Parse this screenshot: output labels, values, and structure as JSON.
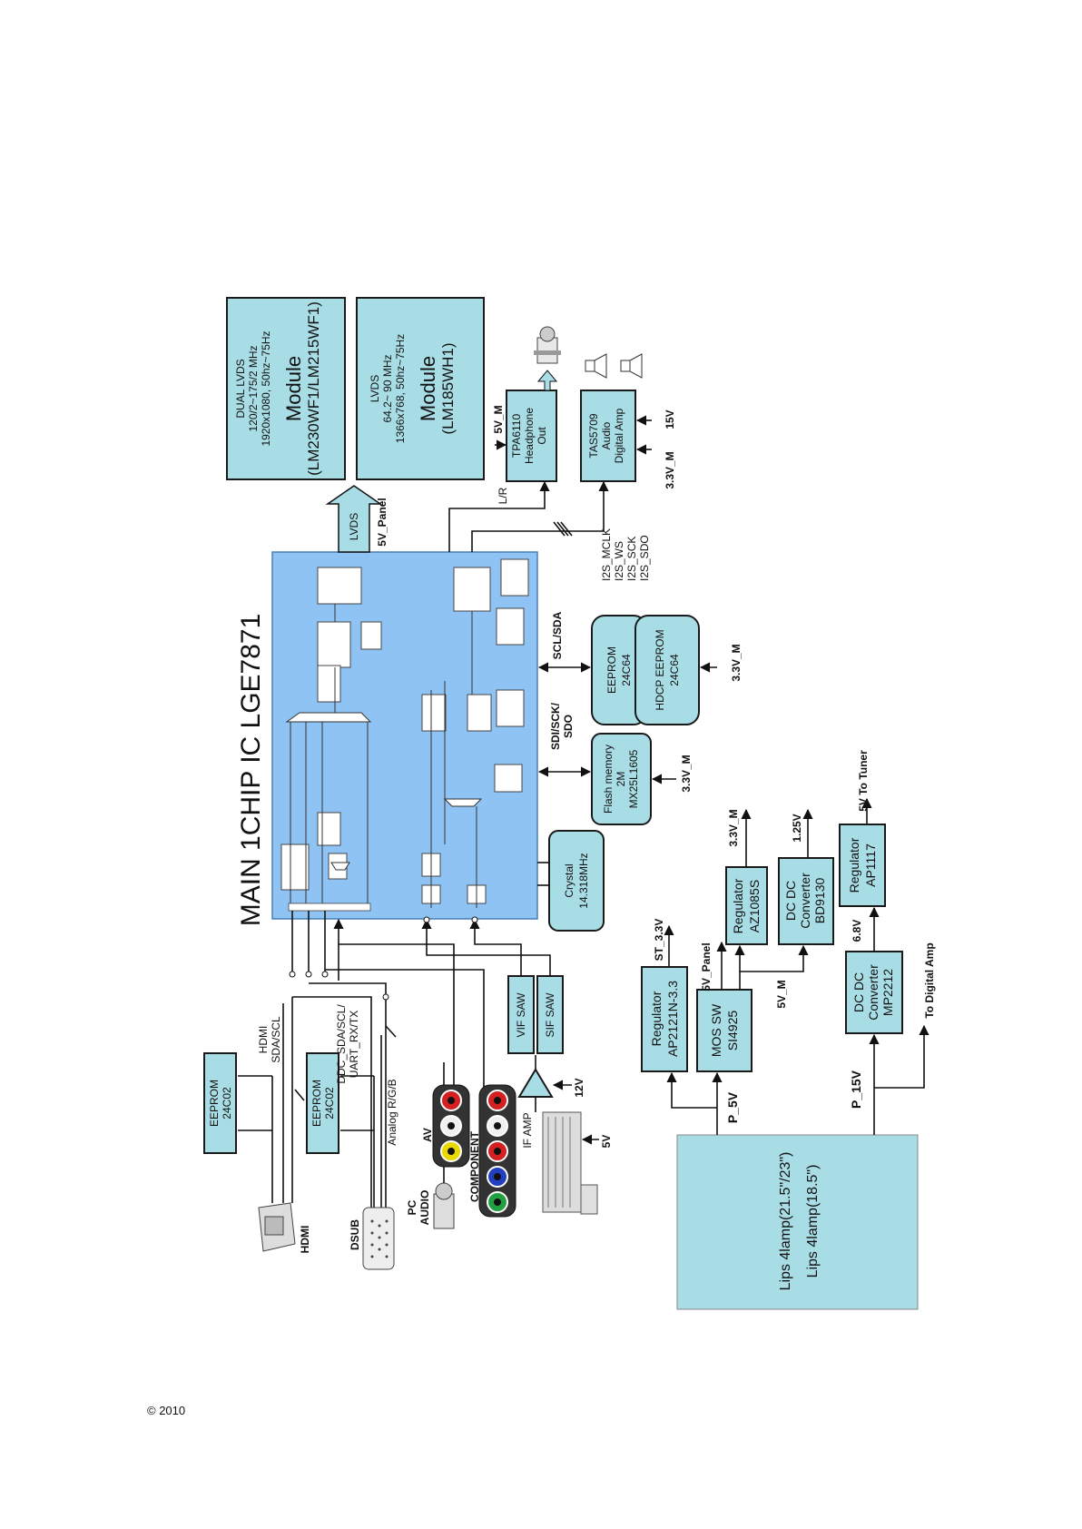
{
  "footer": {
    "copyright": "© 2010"
  },
  "main_chip": {
    "title": "MAIN 1CHIP IC LGE7871"
  },
  "modules": {
    "dual": {
      "line1": "DUAL LVDS",
      "line2": "120/2~175/2 MHz",
      "line3": "1920x1080, 50hz~75Hz",
      "name": "Module",
      "model": "(LM230WF1/LM215WF1)"
    },
    "single": {
      "line1": "LVDS",
      "line2": "64.2~ 90 MHz",
      "line3": "1366x768, 50hz~75Hz",
      "name": "Module",
      "model": "(LM185WH1)"
    }
  },
  "lvds": {
    "label": "LVDS",
    "power": "5V_Panel"
  },
  "headphone": {
    "line1": "TPA6110",
    "line2": "Headphone",
    "line3": "Out",
    "power": "5V_M",
    "signal": "L/R"
  },
  "audio_amp": {
    "line1": "TAS5709",
    "line2": "Audio",
    "line3": "Digital Amp",
    "power1": "3.3V_M",
    "power2": "15V",
    "i2s": [
      "I2S_MCLK",
      "I2S_WS",
      "I2S_SCK",
      "I2S_SDO"
    ]
  },
  "eeprom_main": {
    "line1": "EEPROM",
    "line2": "24C64"
  },
  "hdcp_eeprom": {
    "line1": "HDCP EEPROM",
    "line2": "24C64",
    "power": "3.3V_M"
  },
  "scl_sda": "SCL/SDA",
  "flash": {
    "line1": "Flash memory",
    "line2": "2M",
    "line3": "MX25L1605",
    "power": "3.3V_M",
    "bus1": "SDI/SCK/",
    "bus2": "SDO"
  },
  "crystal": {
    "line1": "Crystal",
    "line2": "14.318MHz"
  },
  "saw": {
    "vif": "VIF SAW",
    "sif": "SIF SAW"
  },
  "if_amp": {
    "label": "IF AMP",
    "power": "12V"
  },
  "tuner": {
    "power": "5V"
  },
  "inputs": {
    "hdmi": "HDMI",
    "hdmi_bus1": "HDMI",
    "hdmi_bus2": "SDA/SCL",
    "eeprom_hdmi": {
      "line1": "EEPROM",
      "line2": "24C02"
    },
    "eeprom_dsub": {
      "line1": "EEPROM",
      "line2": "24C02"
    },
    "ddc1": "DDC_SDA/SCL/",
    "ddc2": "UART_RX/TX",
    "analog": "Analog R/G/B",
    "dsub": "DSUB",
    "pc_audio1": "PC",
    "pc_audio2": "AUDIO",
    "av": "AV",
    "component": "COMPONENT"
  },
  "power": {
    "reg_st": {
      "line1": "Regulator",
      "line2": "AP2121N-3.3",
      "out": "ST_3.3V"
    },
    "mos": {
      "line1": "MOS SW",
      "line2": "SI4925",
      "out": "5V_Panel",
      "in": "P_5V",
      "branch": "5V_M"
    },
    "reg_33": {
      "line1": "Regulator",
      "line2": "AZ1085S",
      "out": "3.3V_M"
    },
    "dcdc_125": {
      "line1": "DC DC",
      "line2": "Converter",
      "line3": "BD9130",
      "out": "1.25V"
    },
    "reg_tuner": {
      "line1": "Regulator",
      "line2": "AP1117",
      "out": "5V To Tuner"
    },
    "dcdc_68": {
      "line1": "DC DC",
      "line2": "Converter",
      "line3": "MP2212",
      "out": "6.8V",
      "in": "P_15V",
      "note": "To Digital Amp"
    },
    "lips": {
      "line1": "Lips 4lamp(21.5\"/23\")",
      "line2": "Lips 4lamp(18.5\")"
    }
  },
  "colors": {
    "box_fill": "#a9dde6",
    "chip_fill": "#8ec3f3",
    "line": "#111111"
  }
}
